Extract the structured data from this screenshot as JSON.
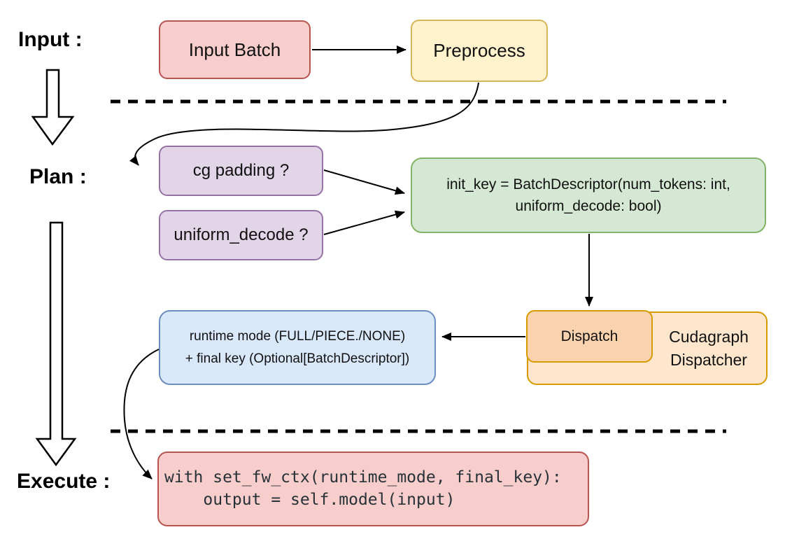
{
  "stage_labels": {
    "input": "Input :",
    "plan": "Plan :",
    "execute": "Execute :"
  },
  "nodes": {
    "input_batch": {
      "label": "Input Batch"
    },
    "preprocess": {
      "label": "Preprocess"
    },
    "cg_padding": {
      "label": "cg padding ?"
    },
    "uniform_decode": {
      "label": "uniform_decode ?"
    },
    "init_key": {
      "line1": "init_key = BatchDescriptor(num_tokens: int,",
      "line2": "uniform_decode: bool)"
    },
    "dispatch": {
      "label": "Dispatch"
    },
    "cudagraph_dispatcher": {
      "line1": "Cudagraph",
      "line2": "Dispatcher"
    },
    "runtime_mode": {
      "line1": "runtime mode (FULL/PIECE./NONE)",
      "line2": "+ final key (Optional[BatchDescriptor])"
    },
    "execute_code": {
      "line1": "with set_fw_ctx(runtime_mode, final_key):",
      "line2": "    output = self.model(input)"
    }
  },
  "colors": {
    "canvas-bg": "#ffffff",
    "line": "#000000",
    "text": "#111111",
    "red-fill": "#f8cecc",
    "red-stroke": "#b85450",
    "yellow-fill": "#fff2cc",
    "yellow-stroke": "#d6b656",
    "purple-fill": "#e1d5e7",
    "purple-stroke": "#9673a6",
    "green-fill": "#d5e8d4",
    "green-stroke": "#82b366",
    "blue-fill": "#dae8fc",
    "blue-stroke": "#6c8ebf",
    "orange-fill": "#ffe6cc",
    "orange-stroke": "#d79b00",
    "peach-fill": "#fad3ae",
    "code-text": "#263238"
  }
}
